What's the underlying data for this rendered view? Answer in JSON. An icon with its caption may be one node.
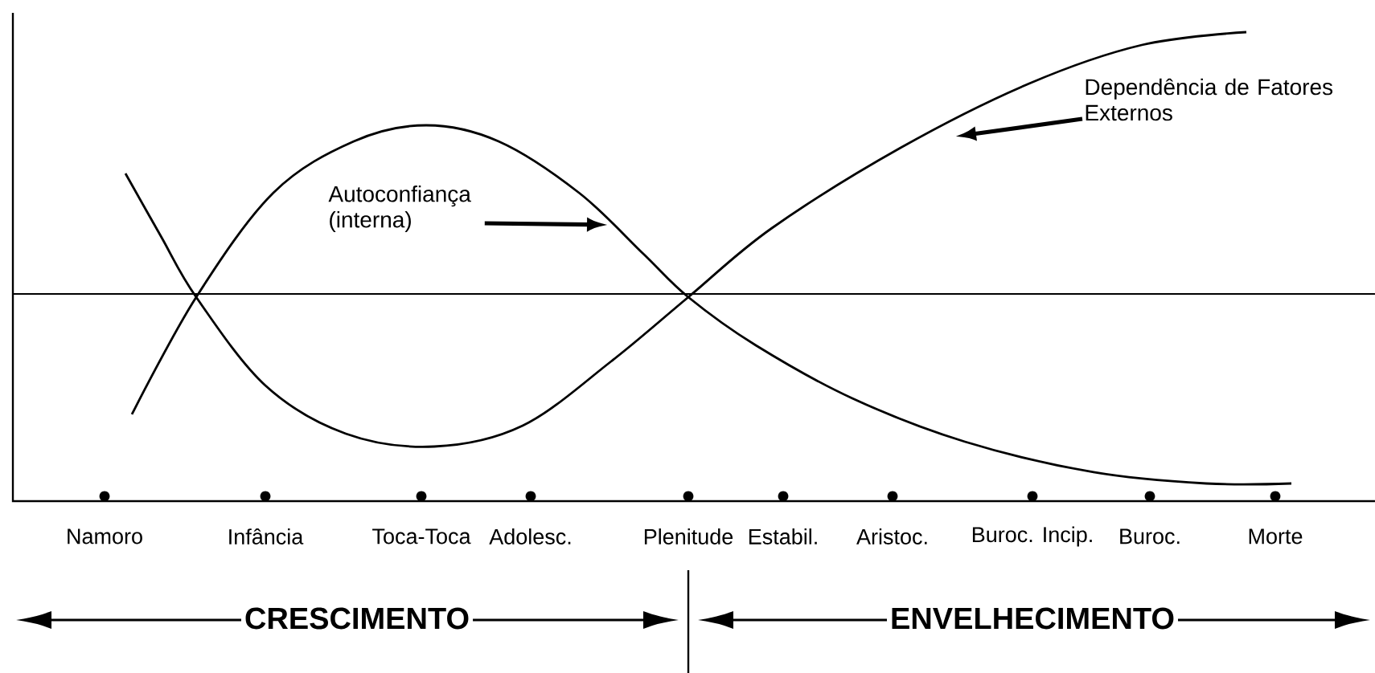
{
  "diagram": {
    "nodes": [
      {
        "text": [
          "Autoconfiança (interna)"
        ]
      },
      {
        "text": [
          "Dependência de Fatores Externos"
        ]
      }
    ],
    "edges": [
      {
        "from": 0,
        "to": null,
        "arrow": "to"
      },
      {
        "from": 1,
        "to": null,
        "arrow": "to"
      }
    ],
    "labels": [
      "Namoro",
      "Infância",
      "Toca-Toca",
      "Adolesc.",
      "Plenitude",
      "Estabil.",
      "Aristoc.",
      "Buroc. Incip.",
      "Buroc.",
      "Morte",
      "CRESCIMENTO",
      "ENVELHECIMENTO"
    ]
  }
}
